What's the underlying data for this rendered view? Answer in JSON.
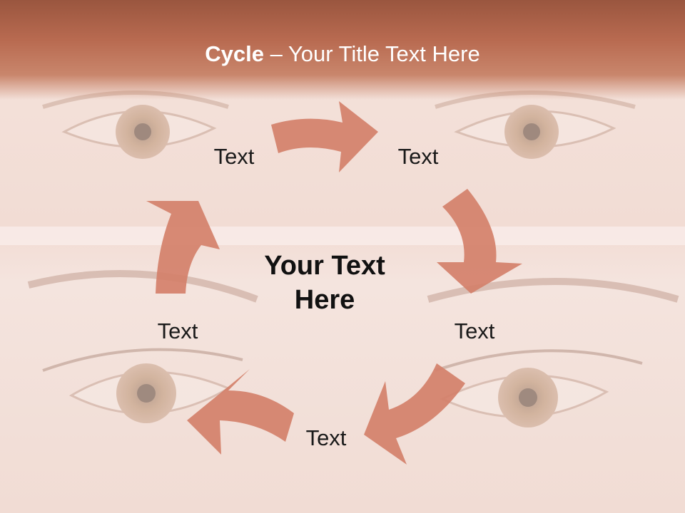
{
  "title": {
    "bold": "Cycle",
    "rest": " – Your Title Text Here"
  },
  "center": {
    "line1": "Your Text",
    "line2": "Here"
  },
  "nodes": [
    {
      "label": "Text"
    },
    {
      "label": "Text"
    },
    {
      "label": "Text"
    },
    {
      "label": "Text"
    },
    {
      "label": "Text"
    }
  ],
  "colors": {
    "arrow": "#d4806a",
    "title_band": "#b86a50",
    "background": "#f3dfd8"
  },
  "background_image": "faded eyes photograph"
}
